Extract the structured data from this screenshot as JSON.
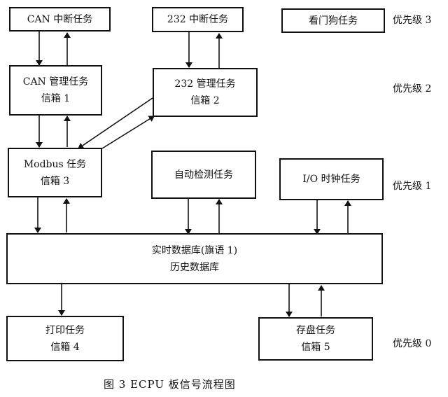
{
  "diagram": {
    "caption": "图 3  ECPU 板信号流程图",
    "boxes": {
      "can_int": {
        "line1": "CAN 中断任务"
      },
      "r232_int": {
        "line1": "232 中断任务"
      },
      "watchdog": {
        "line1": "看门狗任务"
      },
      "can_mgr": {
        "line1": "CAN 管理任务",
        "line2": "信箱 1"
      },
      "r232_mgr": {
        "line1": "232 管理任务",
        "line2": "信箱 2"
      },
      "modbus": {
        "line1": "Modbus 任务",
        "line2": "信箱 3"
      },
      "autodetect": {
        "line1": "自动检测任务"
      },
      "io_clock": {
        "line1": "I/O 时钟任务"
      },
      "database": {
        "line1": "实时数据库(旗语 1)",
        "line2": "历史数据库"
      },
      "print": {
        "line1": "打印任务",
        "line2": "信箱 4"
      },
      "store": {
        "line1": "存盘任务",
        "line2": "信箱 5"
      }
    },
    "priorities": {
      "p3": "优先级 3",
      "p2": "优先级 2",
      "p1": "优先级 1",
      "p0": "优先级 0"
    },
    "connections": [
      {
        "from": "can_int",
        "to": "can_mgr"
      },
      {
        "from": "can_mgr",
        "to": "can_int"
      },
      {
        "from": "r232_int",
        "to": "r232_mgr"
      },
      {
        "from": "r232_mgr",
        "to": "r232_int"
      },
      {
        "from": "can_mgr",
        "to": "modbus"
      },
      {
        "from": "modbus",
        "to": "can_mgr"
      },
      {
        "from": "r232_mgr",
        "to": "modbus"
      },
      {
        "from": "modbus",
        "to": "r232_mgr"
      },
      {
        "from": "modbus",
        "to": "database"
      },
      {
        "from": "database",
        "to": "modbus"
      },
      {
        "from": "autodetect",
        "to": "database"
      },
      {
        "from": "database",
        "to": "autodetect"
      },
      {
        "from": "io_clock",
        "to": "database"
      },
      {
        "from": "database",
        "to": "io_clock"
      },
      {
        "from": "database",
        "to": "print"
      },
      {
        "from": "database",
        "to": "store"
      },
      {
        "from": "store",
        "to": "database"
      }
    ]
  }
}
